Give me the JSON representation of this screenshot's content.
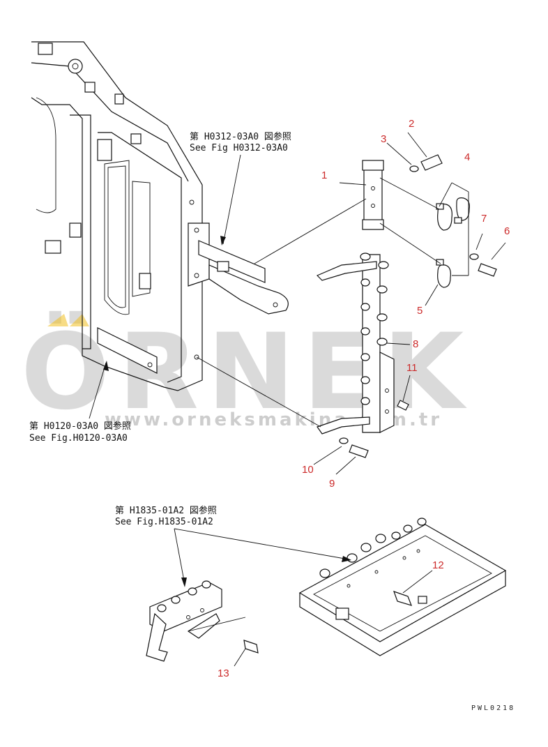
{
  "references": {
    "top_jp": "第 H0312-03A0 図参照",
    "top_en": "See Fig H0312-03A0",
    "left_jp": "第 H0120-03A0 図参照",
    "left_en": "See Fig.H0120-03A0",
    "bottom_jp": "第 H1835-01A2 図参照",
    "bottom_en": "See Fig.H1835-01A2"
  },
  "callouts": [
    "1",
    "2",
    "3",
    "4",
    "5",
    "6",
    "7",
    "8",
    "9",
    "10",
    "11",
    "12",
    "13"
  ],
  "watermark": {
    "brand": "ÖRNEK",
    "url": "www.orneksmakina.com.tr"
  },
  "drawing_code": "PWL0218",
  "colors": {
    "callout": "#cc2a2a",
    "watermark": "#bdbdbd",
    "accent": "#f0c020",
    "line": "#111111"
  }
}
